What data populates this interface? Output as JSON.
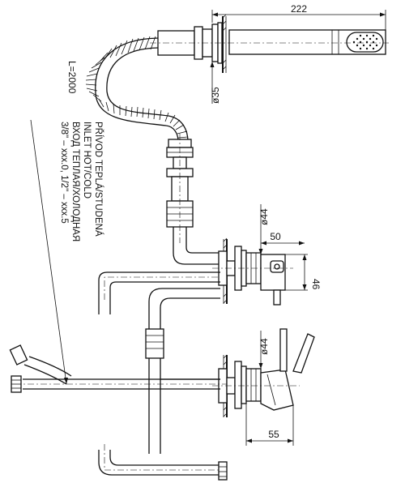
{
  "dimensions": {
    "length_top": "222",
    "diameter_shower": "ø35",
    "hose_length": "L=2000",
    "diameter_upper_valve": "ø44",
    "width_upper": "50",
    "height_upper": "46",
    "diameter_lower_valve": "ø44",
    "width_lower": "55"
  },
  "label": {
    "line1": "PŘÍVOD TEPLÁ/STUDENÁ",
    "line2": "INLET HOT/COLD",
    "line3": "ВХОД ТЕПЛАЯ/ХОЛОДНАЯ",
    "line4": "3/8\" – xxx.0, 1/2\" – xxx.5"
  }
}
